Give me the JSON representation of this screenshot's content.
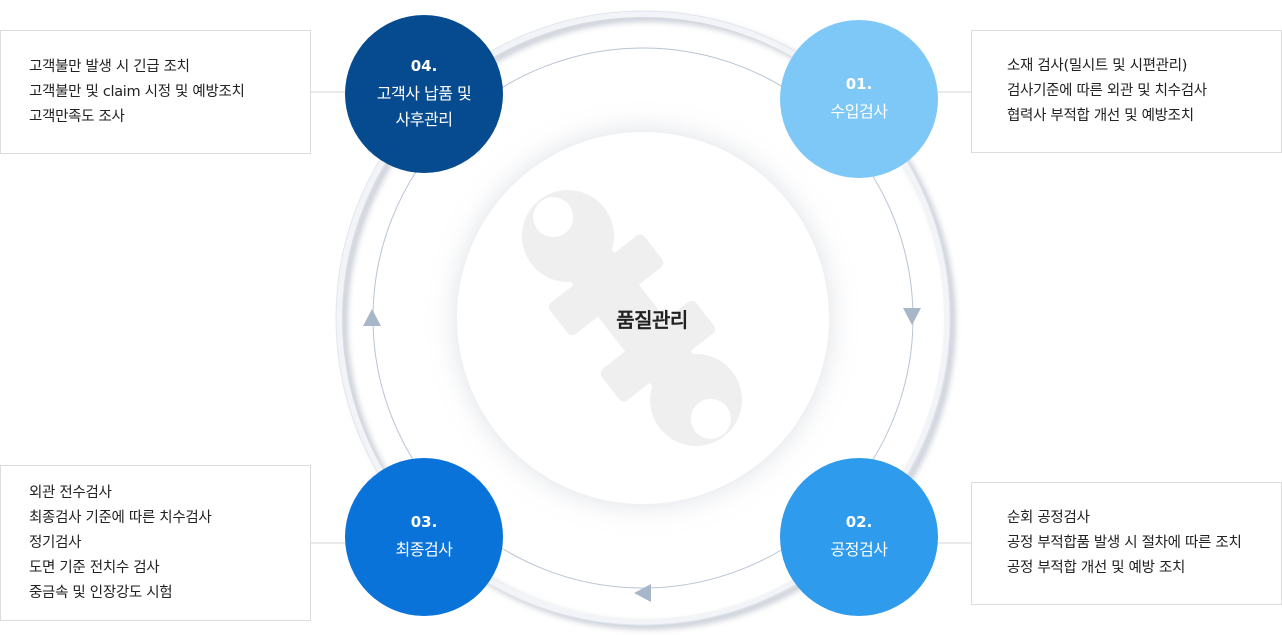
{
  "center": {
    "label": "품질관리"
  },
  "steps": [
    {
      "num": "01.",
      "title": [
        "수입검사"
      ],
      "details": [
        "소재 검사(밀시트 및 시편관리)",
        "검사기준에 따른 외관 및 치수검사",
        "협력사 부적합 개선 및 예방조치"
      ],
      "color": "#7ec8f7"
    },
    {
      "num": "02.",
      "title": [
        "공정검사"
      ],
      "details": [
        "순회 공정검사",
        "공정 부적합품 발생 시 절차에 따른 조치",
        "공정 부적합 개선 및 예방 조치"
      ],
      "color": "#2f9bec"
    },
    {
      "num": "03.",
      "title": [
        "최종검사"
      ],
      "details": [
        "외관 전수검사",
        "최종검사 기준에 따른 치수검사",
        "정기검사",
        "도면 기준 전치수 검사",
        "중금속  및 인장강도 시험"
      ],
      "color": "#0a73d9"
    },
    {
      "num": "04.",
      "title": [
        "고객사 납품 및",
        "사후관리"
      ],
      "details": [
        "고객불만 발생 시 긴급 조치",
        "고객불만 및 claim 시정 및 예방조치",
        "고객만족도 조사"
      ],
      "color": "#064b8f"
    }
  ],
  "colors": {
    "ring": "#b9c4d4",
    "arrow": "#a7b6c9",
    "box_border": "#dcdcdc",
    "gear": "#f0f0f0"
  },
  "icons": [
    "gear-icon",
    "arrow-down-icon",
    "arrow-left-icon",
    "arrow-up-icon"
  ]
}
